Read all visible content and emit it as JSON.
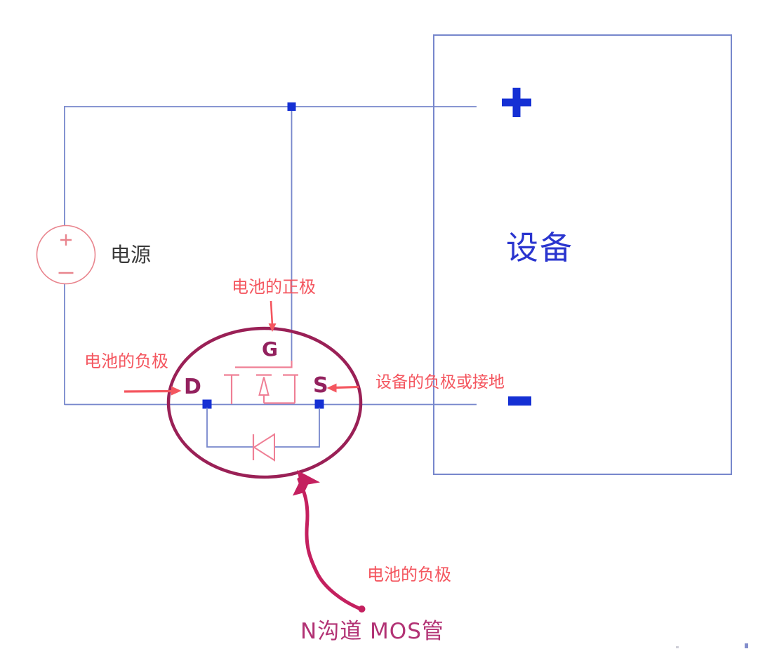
{
  "figure": {
    "type": "circuit-diagram",
    "power_source": {
      "label": "电源"
    },
    "device": {
      "label": "设备",
      "positive_symbol": "+",
      "negative_symbol": "−"
    },
    "mosfet": {
      "gate_label": "G",
      "drain_label": "D",
      "source_label": "S",
      "caption": "N沟道 MOS管"
    },
    "annotations": {
      "gate_note": "电池的正极",
      "drain_note": "电池的负极",
      "source_note": "设备的负极或接地",
      "curved_arrow_note": "电池的负极"
    },
    "colors": {
      "wire_blue": "#7787cc",
      "terminal_blue": "#1530d4",
      "device_text_blue": "#2a35cf",
      "mosfet_pink": "#ef7f95",
      "power_pink": "#e9858e",
      "highlight_crimson": "#9a2056",
      "curved_arrow_crimson": "#c4205f",
      "annotation_red": "#f4565f",
      "pin_label_maroon": "#93215e",
      "caption_magenta": "#b23274",
      "power_label_gray": "#3a3a3a"
    }
  }
}
